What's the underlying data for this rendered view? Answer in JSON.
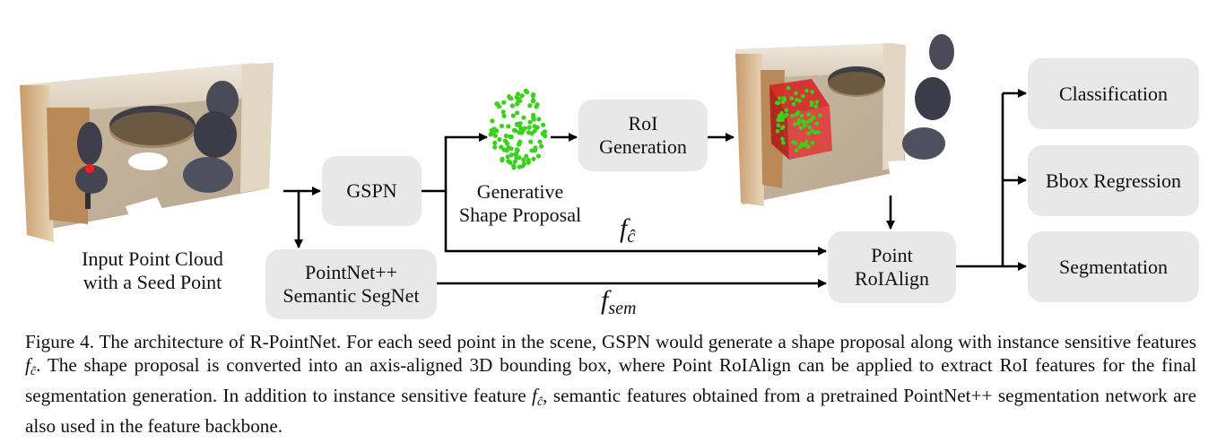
{
  "nodes": {
    "gspn": "GSPN",
    "pointnet": [
      "PointNet++",
      "Semantic SegNet"
    ],
    "roi_generation": [
      "RoI",
      "Generation"
    ],
    "point_roialign": [
      "Point",
      "RoIAlign"
    ],
    "classification": "Classification",
    "bbox_regression": "Bbox Regression",
    "segmentation": "Segmentation"
  },
  "labels": {
    "input": [
      "Input Point Cloud",
      "with a Seed Point"
    ],
    "generative": [
      "Generative",
      "Shape Proposal"
    ]
  },
  "math": {
    "f_c_base": "f",
    "f_c_sub": "ĉ",
    "f_sem_base": "f",
    "f_sem_sub": "sem"
  },
  "caption": {
    "prefix": "Figure 4. The architecture of R-PointNet. For each seed point in the scene, GSPN would generate a shape proposal along with instance sensitive features ",
    "f1": "f",
    "f1_sub": "ĉ",
    "middle": ". The shape proposal is converted into an axis-aligned 3D bounding box, where Point RoIAlign can be applied to extract RoI features for the final segmentation generation. In addition to instance sensitive feature ",
    "f2": "f",
    "f2_sub": "ĉ",
    "suffix": ", semantic features obtained from a pretrained PointNet++ segmentation network are also used in the feature backbone."
  },
  "colors": {
    "box_fill": "#e8e8e8",
    "arrow": "#000000",
    "seed_point": "#ff1a1a",
    "shape_points": "#3ad11c",
    "roi_box": "#d42020"
  }
}
